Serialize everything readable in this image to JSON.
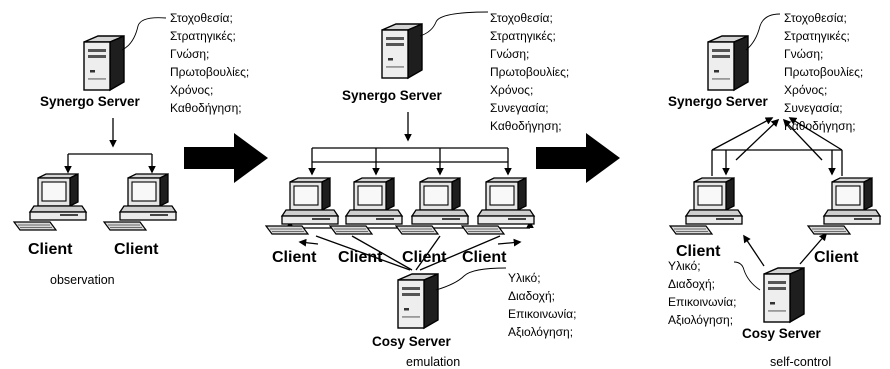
{
  "panels": [
    {
      "caption": "observation",
      "server": {
        "name": "Synergo Server",
        "notes": [
          "Στοχοθεσία;",
          "Στρατηγικές;",
          "Γνώση;",
          "Πρωτοβουλίες;",
          "Χρόνος;",
          "Καθοδήγηση;"
        ]
      },
      "clients": [
        "Client",
        "Client"
      ]
    },
    {
      "caption": "emulation",
      "server": {
        "name": "Synergo Server",
        "notes": [
          "Στοχοθεσία;",
          "Στρατηγικές;",
          "Γνώση;",
          "Πρωτοβουλίες;",
          "Χρόνος;",
          "Συνεγασία;",
          "Καθοδήγηση;"
        ]
      },
      "clients": [
        "Client",
        "Client",
        "Client",
        "Client"
      ],
      "cosy": {
        "name": "Cosy Server",
        "notes": [
          "Υλικό;",
          "Διαδοχή;",
          "Επικοινωνία;",
          "Αξιολόγηση;"
        ]
      }
    },
    {
      "caption": "self-control",
      "server": {
        "name": "Synergo Server",
        "notes": [
          "Στοχοθεσία;",
          "Στρατηγικές;",
          "Γνώση;",
          "Πρωτοβουλίες;",
          "Χρόνος;",
          "Συνεγασία;",
          "Καθοδήγηση;"
        ]
      },
      "clients": [
        "Client",
        "Client"
      ],
      "cosy": {
        "name": "Cosy Server",
        "notes": [
          "Υλικό;",
          "Διαδοχή;",
          "Επικοινωνία;",
          "Αξιολόγηση;"
        ]
      }
    }
  ]
}
